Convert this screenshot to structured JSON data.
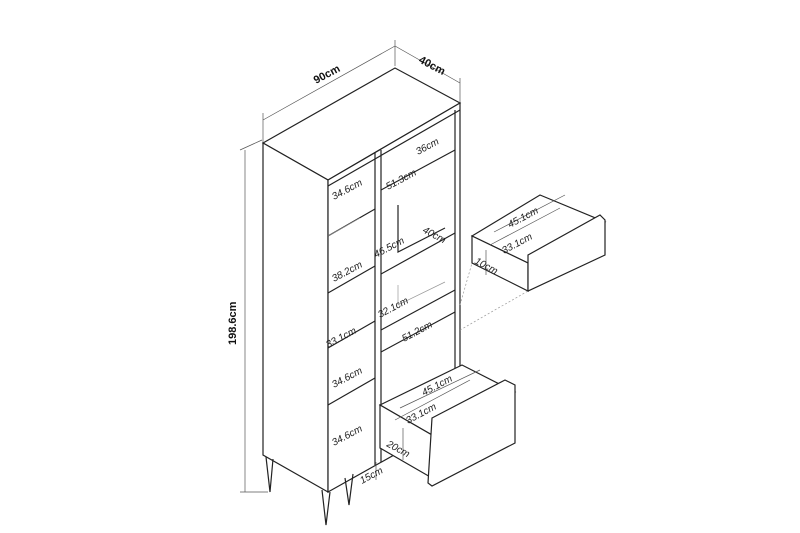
{
  "dimensions": {
    "width": "90cm",
    "depth": "40cm",
    "height": "198.6cm",
    "left_col": [
      "34.6cm",
      "38.2cm",
      "33.1cm",
      "34.6cm",
      "34.6cm"
    ],
    "top_shelf_height": "36cm",
    "top_shelf_width": "51.3cm",
    "open_shelf_height": "46.5cm",
    "open_shelf_depth": "40cm",
    "lower_shelf_height": "32.1cm",
    "lower_shelf_width": "51.2cm",
    "leg_height": "15cm"
  },
  "drawer_detail": {
    "width": "45.1cm",
    "depth": "33.1cm",
    "height": "10cm"
  },
  "drawer_open": {
    "width": "45.1cm",
    "depth": "33.1cm",
    "height": "20cm"
  }
}
